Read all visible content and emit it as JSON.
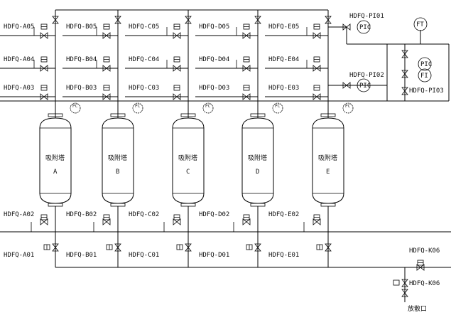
{
  "towers": [
    {
      "id": "A",
      "label": "吸附塔",
      "letter": "A"
    },
    {
      "id": "B",
      "label": "吸附塔",
      "letter": "B"
    },
    {
      "id": "C",
      "label": "吸附塔",
      "letter": "C"
    },
    {
      "id": "D",
      "label": "吸附塔",
      "letter": "D"
    },
    {
      "id": "E",
      "label": "吸附塔",
      "letter": "E"
    }
  ],
  "valves": {
    "top_row1": [
      "HDFQ-A05",
      "HDFQ-B05",
      "HDFQ-C05",
      "HDFQ-D05",
      "HDFQ-E05"
    ],
    "top_row2": [
      "HDFQ-A04",
      "HDFQ-B04",
      "HDFQ-C04",
      "HDFQ-D04",
      "HDFQ-E04"
    ],
    "top_row3": [
      "HDFQ-A03",
      "HDFQ-B03",
      "HDFQ-C03",
      "HDFQ-D03",
      "HDFQ-E03"
    ],
    "bottom_row1": [
      "HDFQ-A02",
      "HDFQ-B02",
      "HDFQ-C02",
      "HDFQ-D02",
      "HDFQ-E02"
    ],
    "bottom_row2": [
      "HDFQ-A01",
      "HDFQ-B01",
      "HDFQ-C01",
      "HDFQ-D01",
      "HDFQ-E01"
    ]
  },
  "instruments": {
    "pi01": "HDFQ-PI01",
    "pi02": "HDFQ-PI02",
    "pi03": "HDFQ-PI03",
    "k06_top": "HDFQ-K06",
    "k06_bottom": "HDFQ-K06",
    "pic": "PIC",
    "fi": "FI",
    "ft": "FT",
    "pc": "PC"
  },
  "outlet_label": "放散口"
}
